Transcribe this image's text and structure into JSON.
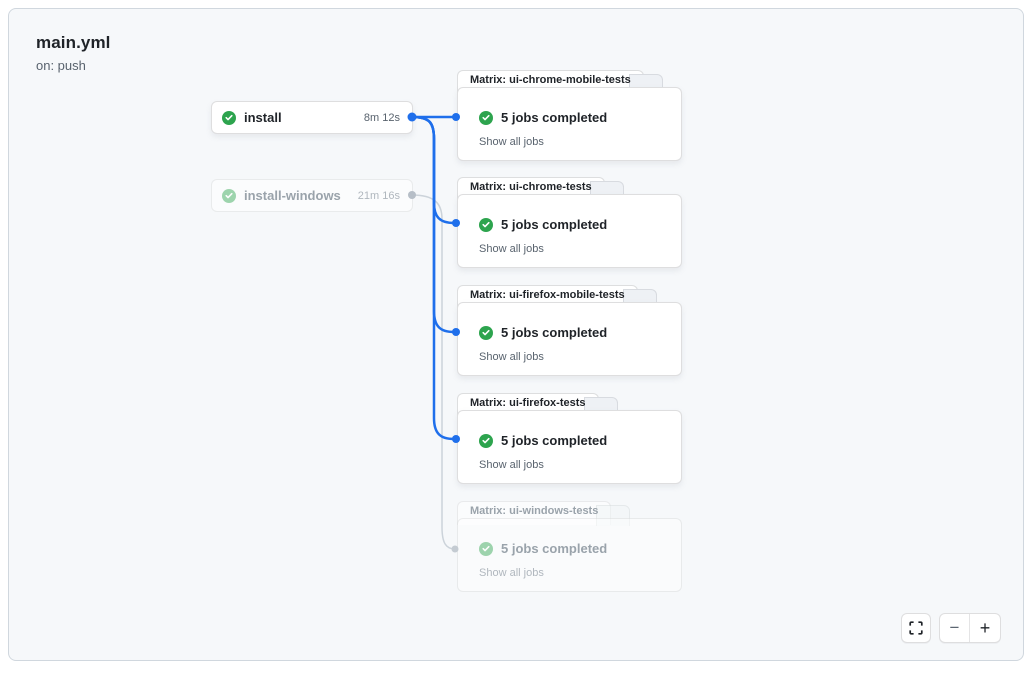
{
  "header": {
    "title": "main.yml",
    "trigger": "on: push"
  },
  "graph": {
    "jobs": [
      {
        "label": "install",
        "duration": "8m 12s",
        "status": "success",
        "dimmed": false
      },
      {
        "label": "install-windows",
        "duration": "21m 16s",
        "status": "success",
        "dimmed": true
      }
    ],
    "matrix_groups": [
      {
        "label": "Matrix: ui-chrome-mobile-tests",
        "summary": "5 jobs completed",
        "link": "Show all jobs",
        "status": "success",
        "dimmed": false
      },
      {
        "label": "Matrix: ui-chrome-tests",
        "summary": "5 jobs completed",
        "link": "Show all jobs",
        "status": "success",
        "dimmed": false
      },
      {
        "label": "Matrix: ui-firefox-mobile-tests",
        "summary": "5 jobs completed",
        "link": "Show all jobs",
        "status": "success",
        "dimmed": false
      },
      {
        "label": "Matrix: ui-firefox-tests",
        "summary": "5 jobs completed",
        "link": "Show all jobs",
        "status": "success",
        "dimmed": false
      },
      {
        "label": "Matrix: ui-windows-tests",
        "summary": "5 jobs completed",
        "link": "Show all jobs",
        "status": "success",
        "dimmed": true
      }
    ]
  },
  "controls": {
    "zoom_out": "−",
    "zoom_in": "+"
  },
  "colors": {
    "accent_blue": "#1f6feb",
    "success_green": "#2da44e",
    "muted_gray": "#b6bec7",
    "canvas_bg": "#f6f8fa"
  }
}
